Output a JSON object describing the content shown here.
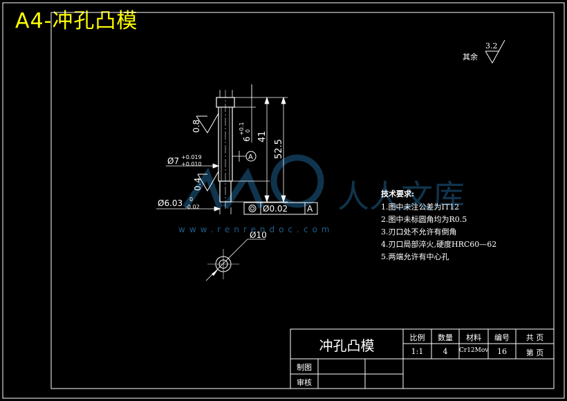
{
  "sheet": {
    "title": "A4-冲孔凸模",
    "roughness_rest_label": "其余",
    "roughness_rest_value": "3.2"
  },
  "dimensions": {
    "roughness_upper": "0.8",
    "roughness_lower": "0.4",
    "dia7": "Ø7",
    "dia7_tol_upper": "+0.019",
    "dia7_tol_lower": "+0.010",
    "dia603": "Ø6.03",
    "dia603_tol_upper": "0",
    "dia603_tol_lower": "-0.02",
    "len6": "6",
    "len6_tol_upper": "+0.1",
    "len6_tol_lower": "0",
    "len41": "41",
    "len525": "52.5",
    "datum": "A",
    "coax_value": "Ø0.02",
    "coax_datum": "A",
    "dia10": "Ø10"
  },
  "requirements": {
    "heading": "技术要求:",
    "items": [
      "1.图中未注公差为IT12",
      "2.图中未标圆角均为R0.5",
      "3.刃口处不允许有倒角",
      "4.刃口局部淬火,硬度HRC60—62",
      "5.两端允许有中心孔"
    ]
  },
  "title_block": {
    "part_name": "冲孔凸模",
    "scale_label": "比例",
    "scale_value": "1:1",
    "qty_label": "数量",
    "qty_value": "4",
    "material_label": "材料",
    "material_value": "Cr12Mov",
    "number_label": "编号",
    "number_value": "16",
    "total_label": "共 页",
    "sheet_label": "第 页",
    "drawn_label": "制图",
    "checked_label": "审核"
  },
  "watermark": {
    "text": "人人文库",
    "url": "www.renrendoc.com"
  }
}
